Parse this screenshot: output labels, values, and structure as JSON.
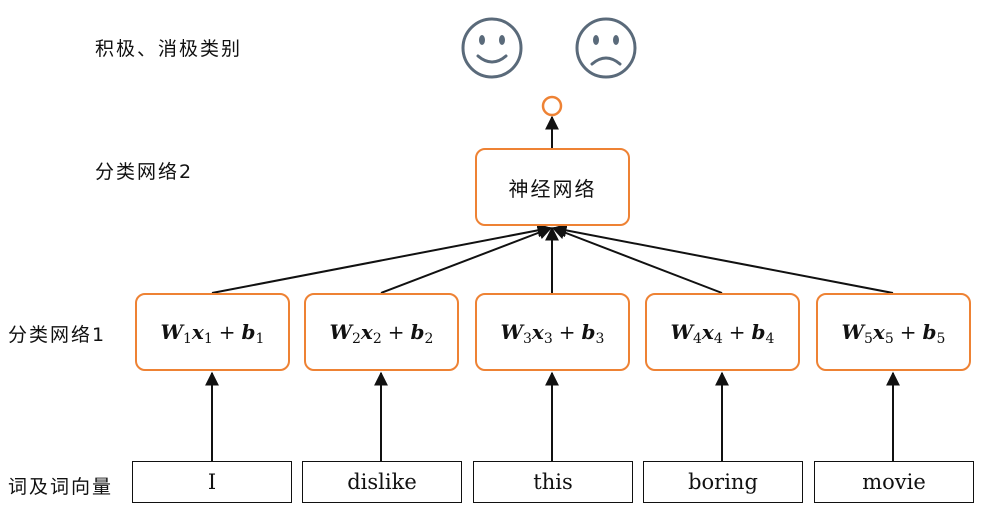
{
  "labels": {
    "sentiment_classes": "积极、消极类别",
    "classifier2": "分类网络2",
    "classifier1": "分类网络1",
    "word_vectors": "词及词向量"
  },
  "neural_net": {
    "label": "神经网络"
  },
  "formulas": [
    {
      "w": "W",
      "x": "x",
      "b": "b",
      "index": "1"
    },
    {
      "w": "W",
      "x": "x",
      "b": "b",
      "index": "2"
    },
    {
      "w": "W",
      "x": "x",
      "b": "b",
      "index": "3"
    },
    {
      "w": "W",
      "x": "x",
      "b": "b",
      "index": "4"
    },
    {
      "w": "W",
      "x": "x",
      "b": "b",
      "index": "5"
    }
  ],
  "plus_sign": "+",
  "words": [
    "I",
    "dislike",
    "this",
    "boring",
    "movie"
  ],
  "icons": [
    "smiley-face-icon",
    "sad-face-icon"
  ],
  "colors": {
    "accent": "#ee8234",
    "icon": "#5a6a7a",
    "line": "#111111"
  }
}
